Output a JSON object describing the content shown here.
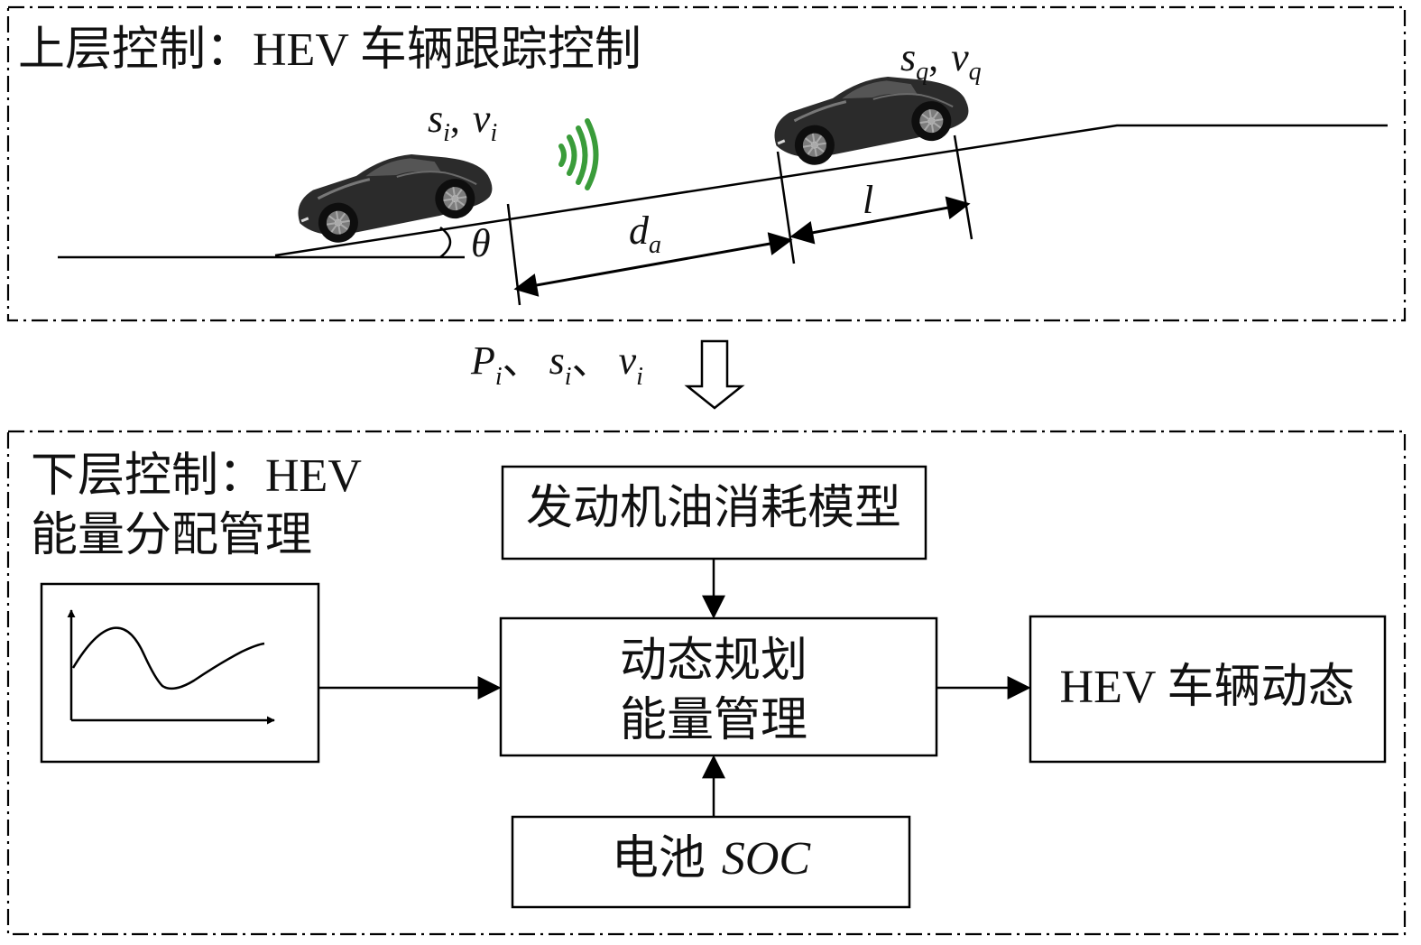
{
  "upper_panel": {
    "title": "上层控制：HEV 车辆跟踪控制",
    "rear_car_label": {
      "s": "s",
      "s_sub": "i",
      "sep": ",",
      "v": "v",
      "v_sub": "i"
    },
    "front_car_label": {
      "s": "s",
      "s_sub": "q",
      "sep": ",",
      "v": "v",
      "v_sub": "q"
    },
    "gap_label": {
      "base": "d",
      "sub": "a"
    },
    "length_label": "l",
    "angle_label": "θ"
  },
  "transfer": {
    "p": "P",
    "p_sub": "i",
    "sep1": "、",
    "s": "s",
    "s_sub": "i",
    "sep2": "、",
    "v": "v",
    "v_sub": "i"
  },
  "lower_panel": {
    "title_line1": "下层控制：HEV",
    "title_line2": "能量分配管理",
    "engine_box": "发动机油消耗模型",
    "dp_box_line1": "动态规划",
    "dp_box_line2": "能量管理",
    "vehicle_box": "HEV 车辆动态",
    "battery_box": {
      "prefix": "电池",
      "math": "SOC"
    }
  },
  "icons": {
    "car": "car-icon",
    "signal": "wireless-signal-icon",
    "chart": "line-chart-icon",
    "arrow": "hollow-down-arrow-icon"
  }
}
